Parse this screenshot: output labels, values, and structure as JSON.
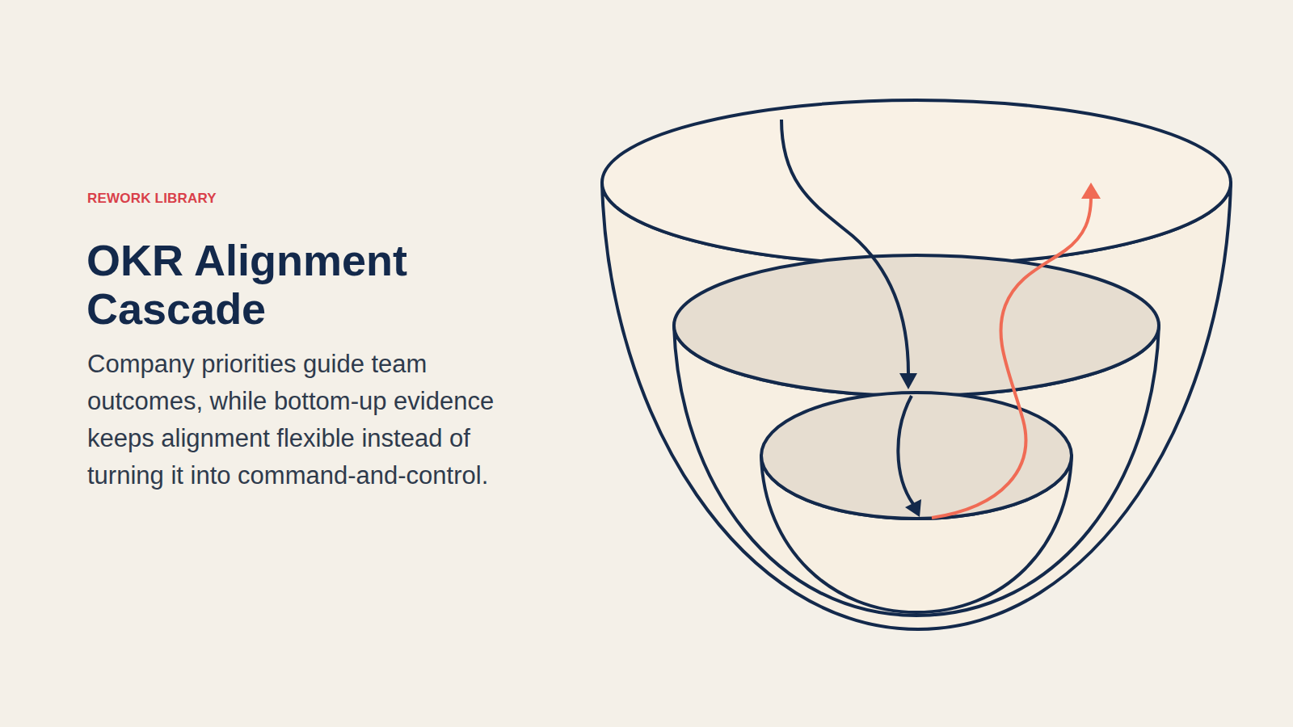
{
  "diagram": {
    "title": "OKR Alignment Cascade",
    "caption": "Company priorities guide team outcomes, while bottom-up evidence keeps alignment flexible instead of turning it into command-and-control.",
    "labels": [
      "REWORK LIBRARY"
    ]
  }
}
